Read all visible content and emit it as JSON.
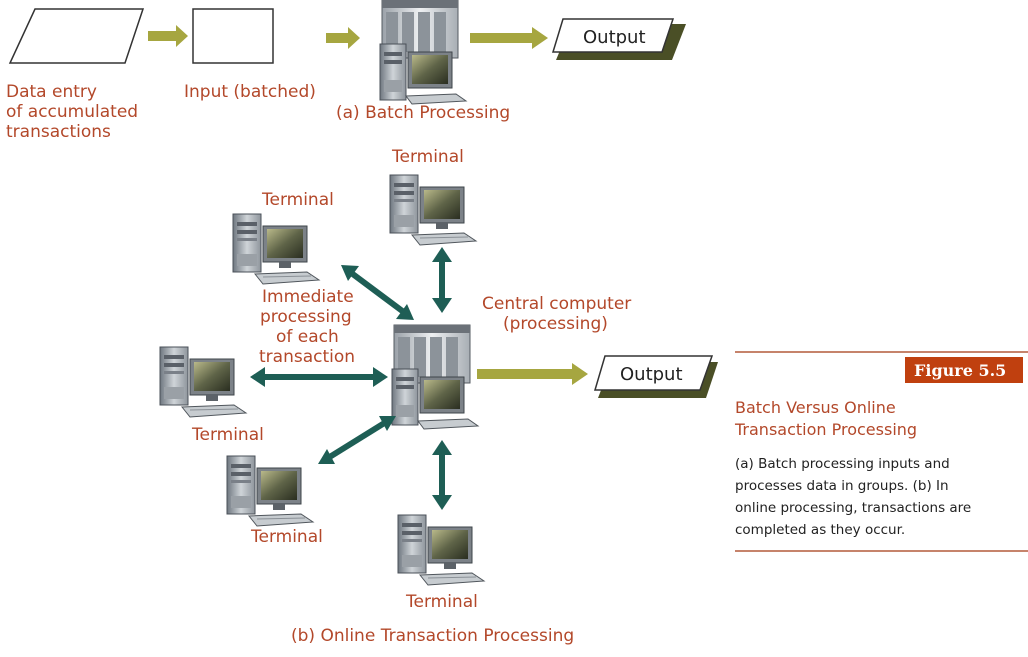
{
  "batch": {
    "data_entry_lines": [
      "Data entry",
      "of accumulated",
      "transactions"
    ],
    "input_label": "Input (batched)",
    "output_label": "Output",
    "caption": "(a) Batch Processing"
  },
  "online": {
    "terminal_label": "Terminal",
    "central_lines": [
      "Central computer",
      "(processing)"
    ],
    "immediate_lines": [
      "Immediate",
      "processing",
      "of each",
      "transaction"
    ],
    "output_label": "Output",
    "caption": "(b) Online Transaction Processing"
  },
  "figure": {
    "tag": "Figure 5.5",
    "title_lines": [
      "Batch Versus Online",
      "Transaction Processing"
    ],
    "body_lines": [
      "(a) Batch processing inputs and",
      "processes data in groups. (b) In",
      "online processing, transactions are",
      "completed as they occur."
    ]
  },
  "colors": {
    "label": "#b3482a",
    "olive_arrow": "#a6a640",
    "teal_arrow": "#1e5e55",
    "figure_tag_bg": "#c0400f",
    "rule": "#b35a3a"
  }
}
